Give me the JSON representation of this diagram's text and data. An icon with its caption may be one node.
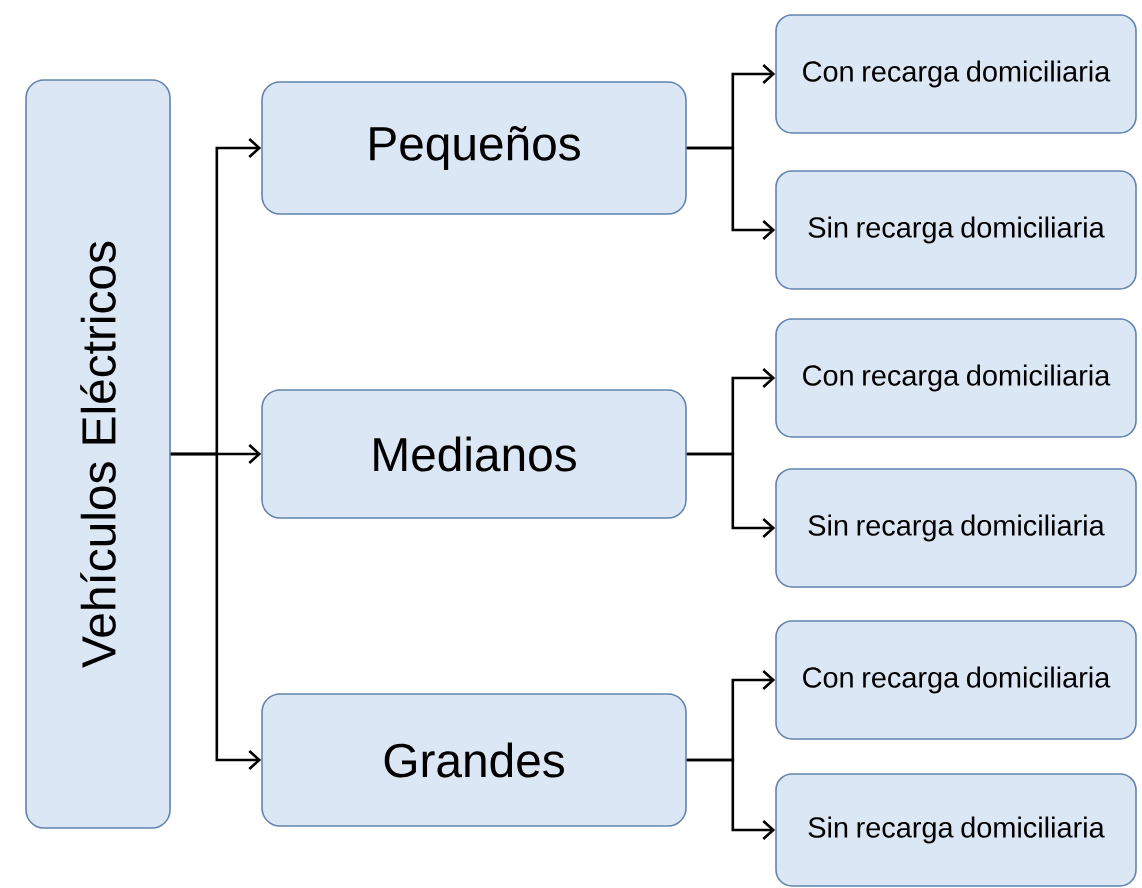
{
  "diagram": {
    "nodes": [
      {
        "text": [
          "Vehículos Eléctricos"
        ]
      },
      {
        "text": [
          "Pequeños"
        ]
      },
      {
        "text": [
          "Con recarga domiciliaria"
        ]
      },
      {
        "text": [
          "Sin recarga domiciliaria"
        ]
      },
      {
        "text": [
          "Medianos"
        ]
      },
      {
        "text": [
          "Con recarga domiciliaria"
        ]
      },
      {
        "text": [
          "Sin recarga domiciliaria"
        ]
      },
      {
        "text": [
          "Grandes"
        ]
      },
      {
        "text": [
          "Con recarga domiciliaria"
        ]
      },
      {
        "text": [
          "Sin recarga domiciliaria"
        ]
      }
    ],
    "edges": [
      {
        "from": 0,
        "to": 1,
        "arrow": "to"
      },
      {
        "from": 0,
        "to": 4,
        "arrow": "to"
      },
      {
        "from": 0,
        "to": 7,
        "arrow": "to"
      },
      {
        "from": 1,
        "to": 2,
        "arrow": "to"
      },
      {
        "from": 1,
        "to": 3,
        "arrow": "to"
      },
      {
        "from": 4,
        "to": 5,
        "arrow": "to"
      },
      {
        "from": 4,
        "to": 6,
        "arrow": "to"
      },
      {
        "from": 7,
        "to": 8,
        "arrow": "to"
      },
      {
        "from": 7,
        "to": 9,
        "arrow": "to"
      }
    ]
  }
}
